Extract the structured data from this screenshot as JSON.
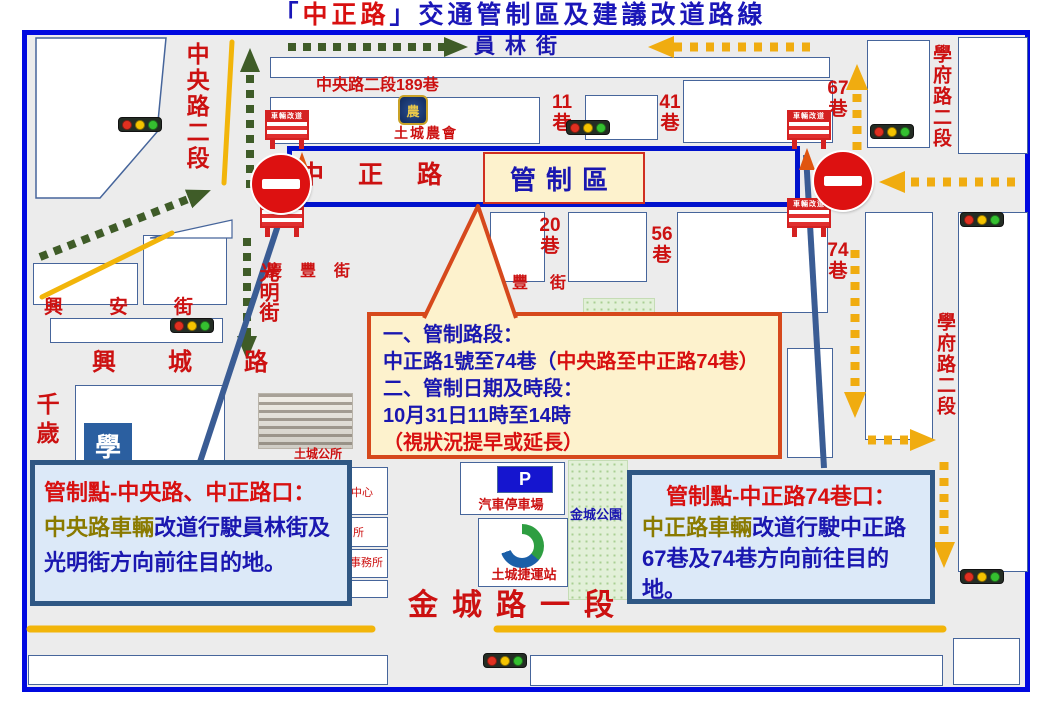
{
  "title": {
    "bracket_open": "「",
    "road_name": "中正路",
    "rest": "」交通管制區及建議改道路線"
  },
  "control_zone": {
    "road": "中正路",
    "zone_label": "管制區"
  },
  "info_box": {
    "line1": "一、管制路段：",
    "line2_blue": "中正路1號至74巷（",
    "line2_red": "中央路至中正路74巷）",
    "line3": "二、管制日期及時段：",
    "line4": "10月31日11時至14時",
    "line5": "（視狀況提早或延長）"
  },
  "callout_left": {
    "title": "管制點-中央路、中正路口：",
    "highlight": "中央路車輛",
    "body": "改道行駛員林街及光明街方向前往目的地。"
  },
  "callout_right": {
    "title": "管制點-中正路74巷口：",
    "highlight": "中正路車輛",
    "body": "改道行駛中正路67巷及74巷方向前往目的地。"
  },
  "streets": {
    "yuanlin_st": "員林街",
    "zhongyang_rd_sec2": "中央路二段",
    "zhongyang_lane189": "中央路二段189巷",
    "xuefu_rd_sec2_top": "學府路二段",
    "xuefu_rd_sec2_mid": "學府路二段",
    "guangming_st": "光明街",
    "qingfeng_st": "慶豐街",
    "qingfeng_st_partial": "豐街",
    "xingan_st": "興安街",
    "xingcheng_rd": "興城路",
    "qiansui_rd": "千歲",
    "jincheng_rd_sec1": "金城路一段",
    "lane11": "11巷",
    "lane20": "20巷",
    "lane41": "41巷",
    "lane56": "56巷",
    "lane67": "67巷",
    "lane74": "74巷"
  },
  "places": {
    "nonghui": "土城農會",
    "nonghui_logo": "農",
    "district_office": "土城公所",
    "school_icon": "學",
    "parking_symbol": "P",
    "parking_lot": "汽車停車場",
    "mrt_station": "土城捷運站",
    "jincheng_park": "金城公園",
    "bld_center_partial": "中心",
    "bld_office_partial": "所",
    "bld_affairs_partial": "事務所"
  },
  "signs": {
    "barricade_text": "車輛改道"
  },
  "colors": {
    "frame_blue": "#0009e0",
    "zone_blue": "#0012cc",
    "callout_border_blue": "#2f5784",
    "callout_bg_blue": "#dce9f8",
    "info_border_orange": "#d6491c",
    "info_bg_yellow": "#fdf2cd",
    "road_text_red": "#cc1111",
    "text_blue": "#1a17b0",
    "highlight_olive": "#8a7a00",
    "route_green": "#3f5c28",
    "route_yellow": "#f0ac10"
  }
}
